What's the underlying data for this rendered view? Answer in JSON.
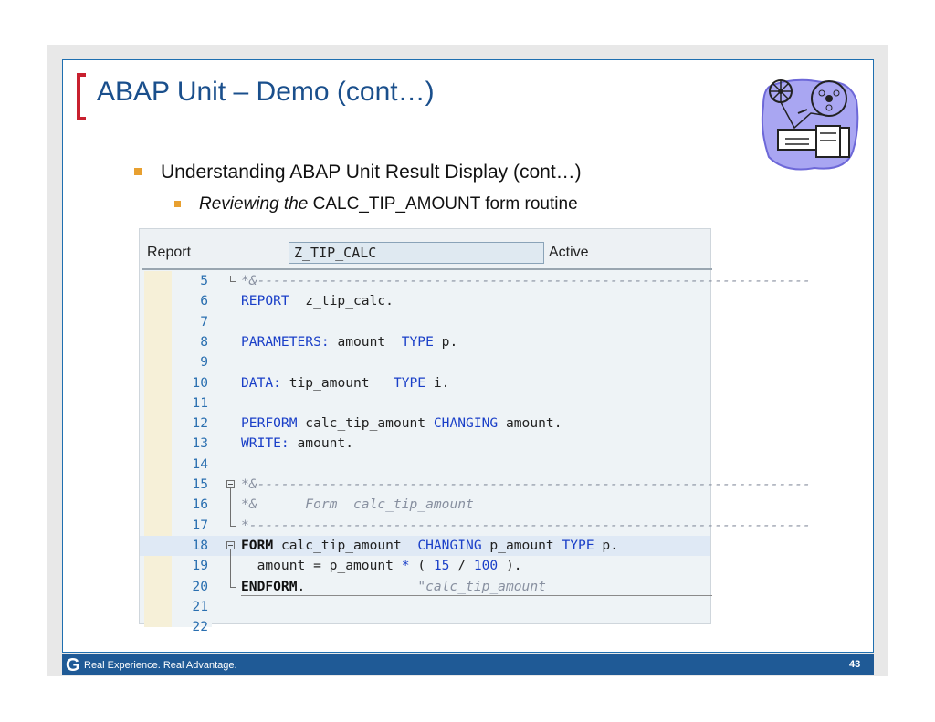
{
  "slide": {
    "title": "ABAP Unit – Demo (cont…)",
    "bullet1": "Understanding ABAP Unit Result Display (cont…)",
    "bullet2_italic": "Reviewing the",
    "bullet2_rest": " CALC_TIP_AMOUNT form routine",
    "clipart_icon": "film-projector-icon",
    "footer_tagline": "Real Experience. Real Advantage.",
    "footer_logo": "G",
    "page_number": "43",
    "colors": {
      "title": "#1a4f8c",
      "bracket": "#c8202f",
      "bullet": "#e8a030",
      "footer": "#1f5a96"
    }
  },
  "editor": {
    "report_label": "Report",
    "program_name": "Z_TIP_CALC",
    "status": "Active",
    "lines": [
      {
        "n": "5",
        "tokens": [
          [
            "cm",
            "*&---------------------------------------------------------------------"
          ]
        ]
      },
      {
        "n": "6",
        "tokens": [
          [
            "kw",
            "REPORT"
          ],
          [
            "tx",
            "  z_tip_calc."
          ]
        ]
      },
      {
        "n": "7",
        "tokens": []
      },
      {
        "n": "8",
        "tokens": [
          [
            "kw",
            "PARAMETERS:"
          ],
          [
            "tx",
            " amount  "
          ],
          [
            "kw",
            "TYPE"
          ],
          [
            "tx",
            " p."
          ]
        ]
      },
      {
        "n": "9",
        "tokens": []
      },
      {
        "n": "10",
        "tokens": [
          [
            "kw",
            "DATA:"
          ],
          [
            "tx",
            " tip_amount   "
          ],
          [
            "kw",
            "TYPE"
          ],
          [
            "tx",
            " i."
          ]
        ]
      },
      {
        "n": "11",
        "tokens": []
      },
      {
        "n": "12",
        "tokens": [
          [
            "kw",
            "PERFORM"
          ],
          [
            "tx",
            " calc_tip_amount "
          ],
          [
            "kw",
            "CHANGING"
          ],
          [
            "tx",
            " amount."
          ]
        ]
      },
      {
        "n": "13",
        "tokens": [
          [
            "kw",
            "WRITE:"
          ],
          [
            "tx",
            " amount."
          ]
        ]
      },
      {
        "n": "14",
        "tokens": []
      },
      {
        "n": "15",
        "tokens": [
          [
            "cm",
            "*&---------------------------------------------------------------------"
          ]
        ]
      },
      {
        "n": "16",
        "tokens": [
          [
            "cm",
            "*&      Form  calc_tip_amount"
          ]
        ]
      },
      {
        "n": "17",
        "tokens": [
          [
            "cm",
            "*----------------------------------------------------------------------"
          ]
        ]
      },
      {
        "n": "18",
        "tokens": [
          [
            "bd",
            "FORM"
          ],
          [
            "tx",
            " calc_tip_amount  "
          ],
          [
            "kw",
            "CHANGING"
          ],
          [
            "tx",
            " p_amount "
          ],
          [
            "kw",
            "TYPE"
          ],
          [
            "tx",
            " p."
          ]
        ]
      },
      {
        "n": "19",
        "tokens": [
          [
            "tx",
            "  amount = p_amount "
          ],
          [
            "kw",
            "*"
          ],
          [
            "tx",
            " ( "
          ],
          [
            "num",
            "15"
          ],
          [
            "tx",
            " / "
          ],
          [
            "num",
            "100"
          ],
          [
            "tx",
            " )."
          ]
        ]
      },
      {
        "n": "20",
        "tokens": [
          [
            "bd",
            "ENDFORM"
          ],
          [
            "tx",
            ".              "
          ],
          [
            "cm",
            "\"calc_tip_amount"
          ]
        ]
      },
      {
        "n": "21",
        "tokens": []
      },
      {
        "n": "22",
        "tokens": []
      }
    ]
  }
}
